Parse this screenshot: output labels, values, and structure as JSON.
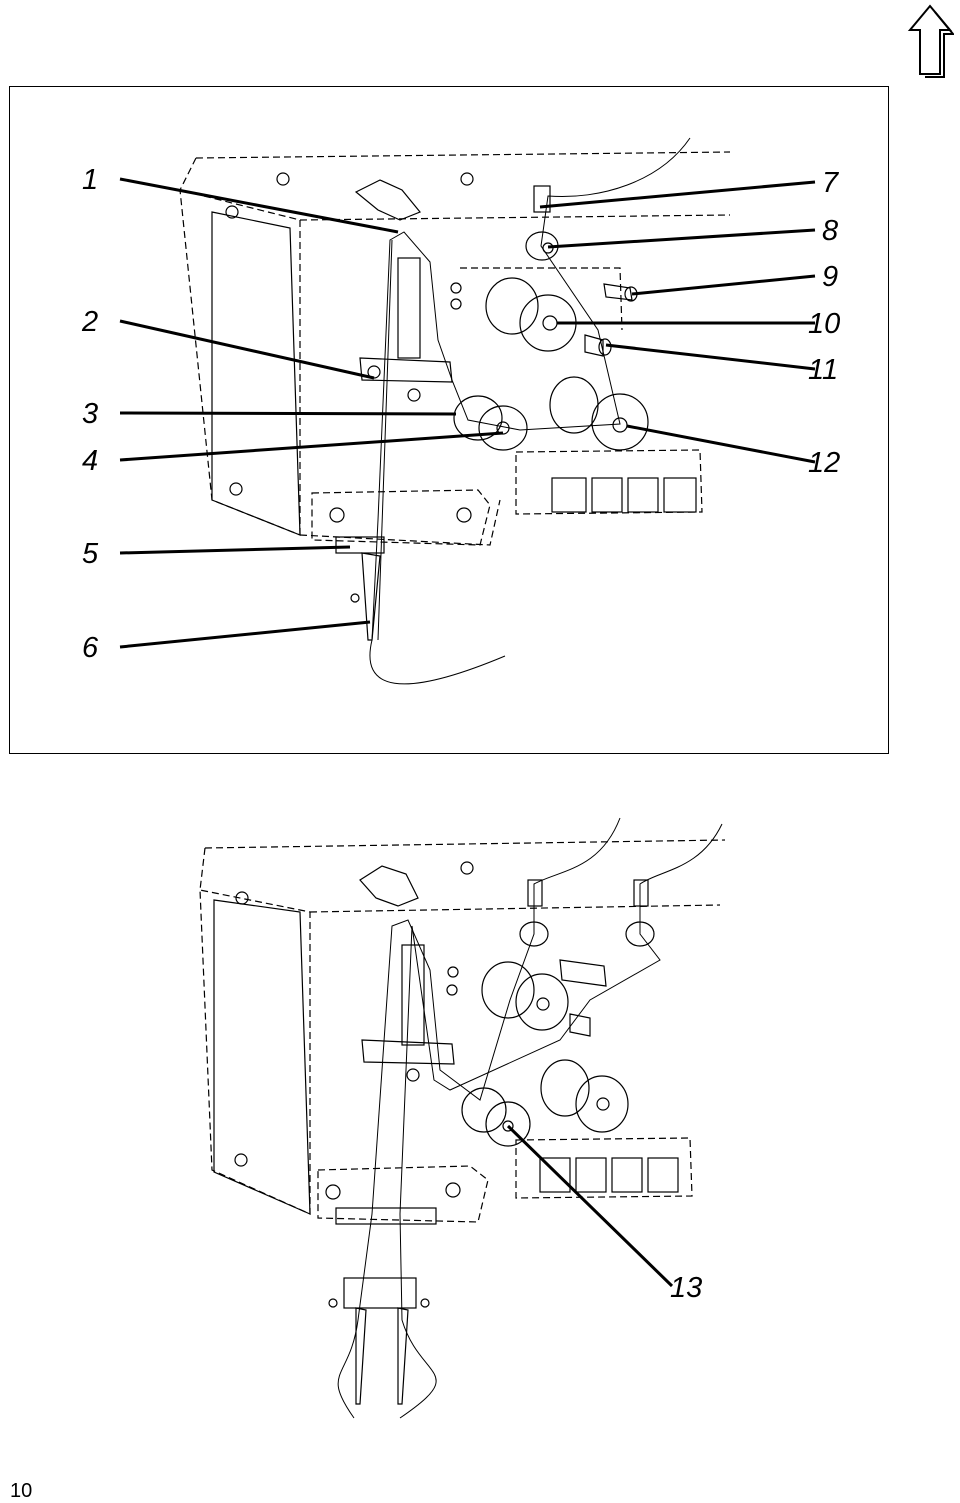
{
  "navigation": {
    "up_icon": "up-arrow-icon"
  },
  "figure_top": {
    "callouts": [
      "1",
      "2",
      "3",
      "4",
      "5",
      "6",
      "7",
      "8",
      "9",
      "10",
      "11",
      "12"
    ]
  },
  "figure_bottom": {
    "callouts": [
      "13"
    ]
  },
  "footer": {
    "page_number": "10"
  }
}
